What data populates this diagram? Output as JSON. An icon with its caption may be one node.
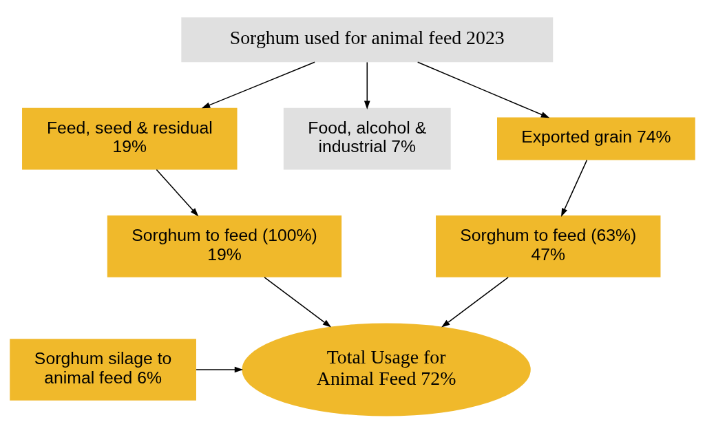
{
  "diagram": {
    "nodes": [
      {
        "text": [
          "Sorghum used for animal feed 2023"
        ]
      },
      {
        "text": [
          "Feed, seed & residual 19%"
        ]
      },
      {
        "text": [
          "Food, alcohol & industrial 7%"
        ]
      },
      {
        "text": [
          "Exported grain 74%"
        ]
      },
      {
        "text": [
          "Sorghum to feed (100%) 19%"
        ]
      },
      {
        "text": [
          "Sorghum to feed (63%) 47%"
        ]
      },
      {
        "text": [
          "Total Usage for Animal Feed 72%"
        ]
      },
      {
        "text": [
          "Sorghum silage to animal feed 6%"
        ]
      }
    ],
    "edges": [
      {
        "from": 0,
        "to": 1,
        "arrow": "to"
      },
      {
        "from": 0,
        "to": 2,
        "arrow": "to"
      },
      {
        "from": 0,
        "to": 3,
        "arrow": "to"
      },
      {
        "from": 1,
        "to": 4,
        "arrow": "to"
      },
      {
        "from": 3,
        "to": 5,
        "arrow": "to"
      },
      {
        "from": 4,
        "to": 6,
        "arrow": "to"
      },
      {
        "from": 5,
        "to": 6,
        "arrow": "to"
      },
      {
        "from": 7,
        "to": 6,
        "arrow": "to"
      }
    ]
  }
}
